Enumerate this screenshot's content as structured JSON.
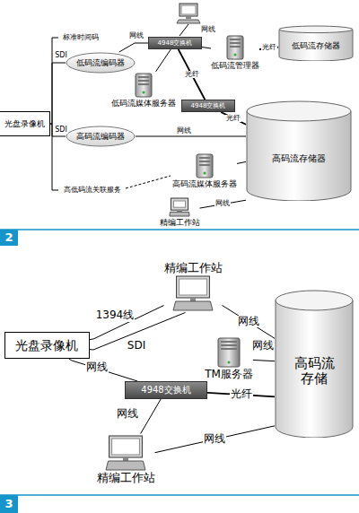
{
  "diagram": {
    "nodes": [
      {
        "text": [
          "光盘录像机"
        ]
      },
      {
        "text": [
          "低码流编码器"
        ]
      },
      {
        "text": [
          "低码流媒体服务器"
        ]
      },
      {
        "text": [
          "4948交换机"
        ]
      },
      {
        "text": [
          "低码流管理器"
        ]
      },
      {
        "text": [
          "低码流存储器"
        ]
      },
      {
        "text": [
          "4948交换机"
        ]
      },
      {
        "text": [
          "高码流编码器"
        ]
      },
      {
        "text": [
          "高码流存储器"
        ]
      },
      {
        "text": [
          "高码流媒体服务器"
        ]
      },
      {
        "text": [
          "精编工作站"
        ]
      },
      {
        "text": [
          "光盘录像机"
        ]
      },
      {
        "text": [
          "精编工作站"
        ]
      },
      {
        "text": [
          "TM服务器"
        ]
      },
      {
        "text": [
          "4948交换机"
        ]
      },
      {
        "text": [
          "高码流存储"
        ]
      },
      {
        "text": [
          "精编工作站"
        ]
      }
    ],
    "edges": [
      {
        "from": 0,
        "to": 1,
        "arrow": "none",
        "label": "SDI"
      },
      {
        "from": 0,
        "to": 7,
        "arrow": "none",
        "label": "SDI"
      },
      {
        "from": 1,
        "to": 3,
        "arrow": "none",
        "label": "网线"
      },
      {
        "from": 2,
        "to": 3,
        "arrow": "none"
      },
      {
        "from": 3,
        "to": 4,
        "arrow": "none",
        "label": "网线"
      },
      {
        "from": 4,
        "to": 5,
        "arrow": "none",
        "label": "光纤"
      },
      {
        "from": 3,
        "to": 6,
        "arrow": "none",
        "label": "光纤"
      },
      {
        "from": 6,
        "to": 8,
        "arrow": "none",
        "label": "光纤"
      },
      {
        "from": 7,
        "to": 8,
        "arrow": "none",
        "label": "网线"
      },
      {
        "from": 9,
        "to": 8,
        "arrow": "none"
      },
      {
        "from": 10,
        "to": 8,
        "arrow": "none",
        "label": "网线"
      },
      {
        "from": 11,
        "to": 12,
        "arrow": "none",
        "label": "1394线"
      },
      {
        "from": 11,
        "to": 12,
        "arrow": "none",
        "label": "SDI"
      },
      {
        "from": 11,
        "to": 14,
        "arrow": "none",
        "label": "网线"
      },
      {
        "from": 12,
        "to": 15,
        "arrow": "none",
        "label": "网线"
      },
      {
        "from": 13,
        "to": 15,
        "arrow": "none",
        "label": "网线"
      },
      {
        "from": 14,
        "to": 15,
        "arrow": "none",
        "label": "光纤"
      },
      {
        "from": 16,
        "to": 14,
        "arrow": "none",
        "label": "网线"
      },
      {
        "from": 16,
        "to": 15,
        "arrow": "none",
        "label": "网线"
      }
    ],
    "labels": [
      "标准时间码",
      "高低码流关联服务",
      "2",
      "3"
    ]
  }
}
